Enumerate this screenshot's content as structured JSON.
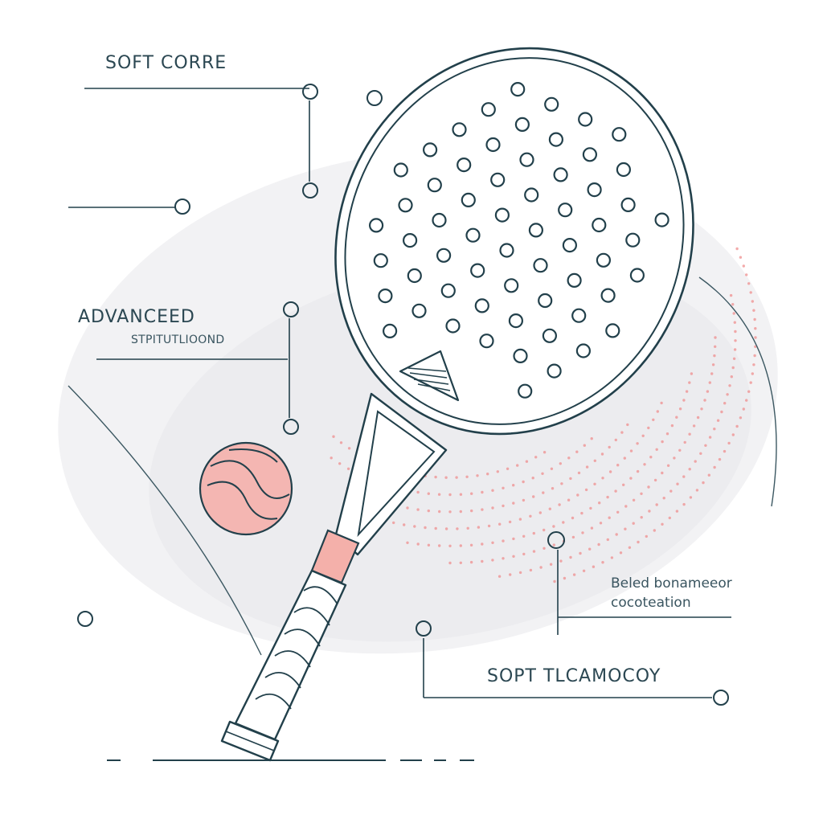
{
  "labels": {
    "soft_core": "SOFT CORRE",
    "advanced": "ADVANCEED",
    "advanced_sub": "STPITUTLIOOND",
    "beled_line1": "Beled bonameeor",
    "beled_line2": "cocoteation",
    "soft_tech": "SOPT TLCAMOCOY"
  },
  "colors": {
    "ink": "#22404b",
    "accent": "#ef8f8f",
    "ball": "#f4b6b2",
    "background_blob": "#f1f1f3"
  }
}
